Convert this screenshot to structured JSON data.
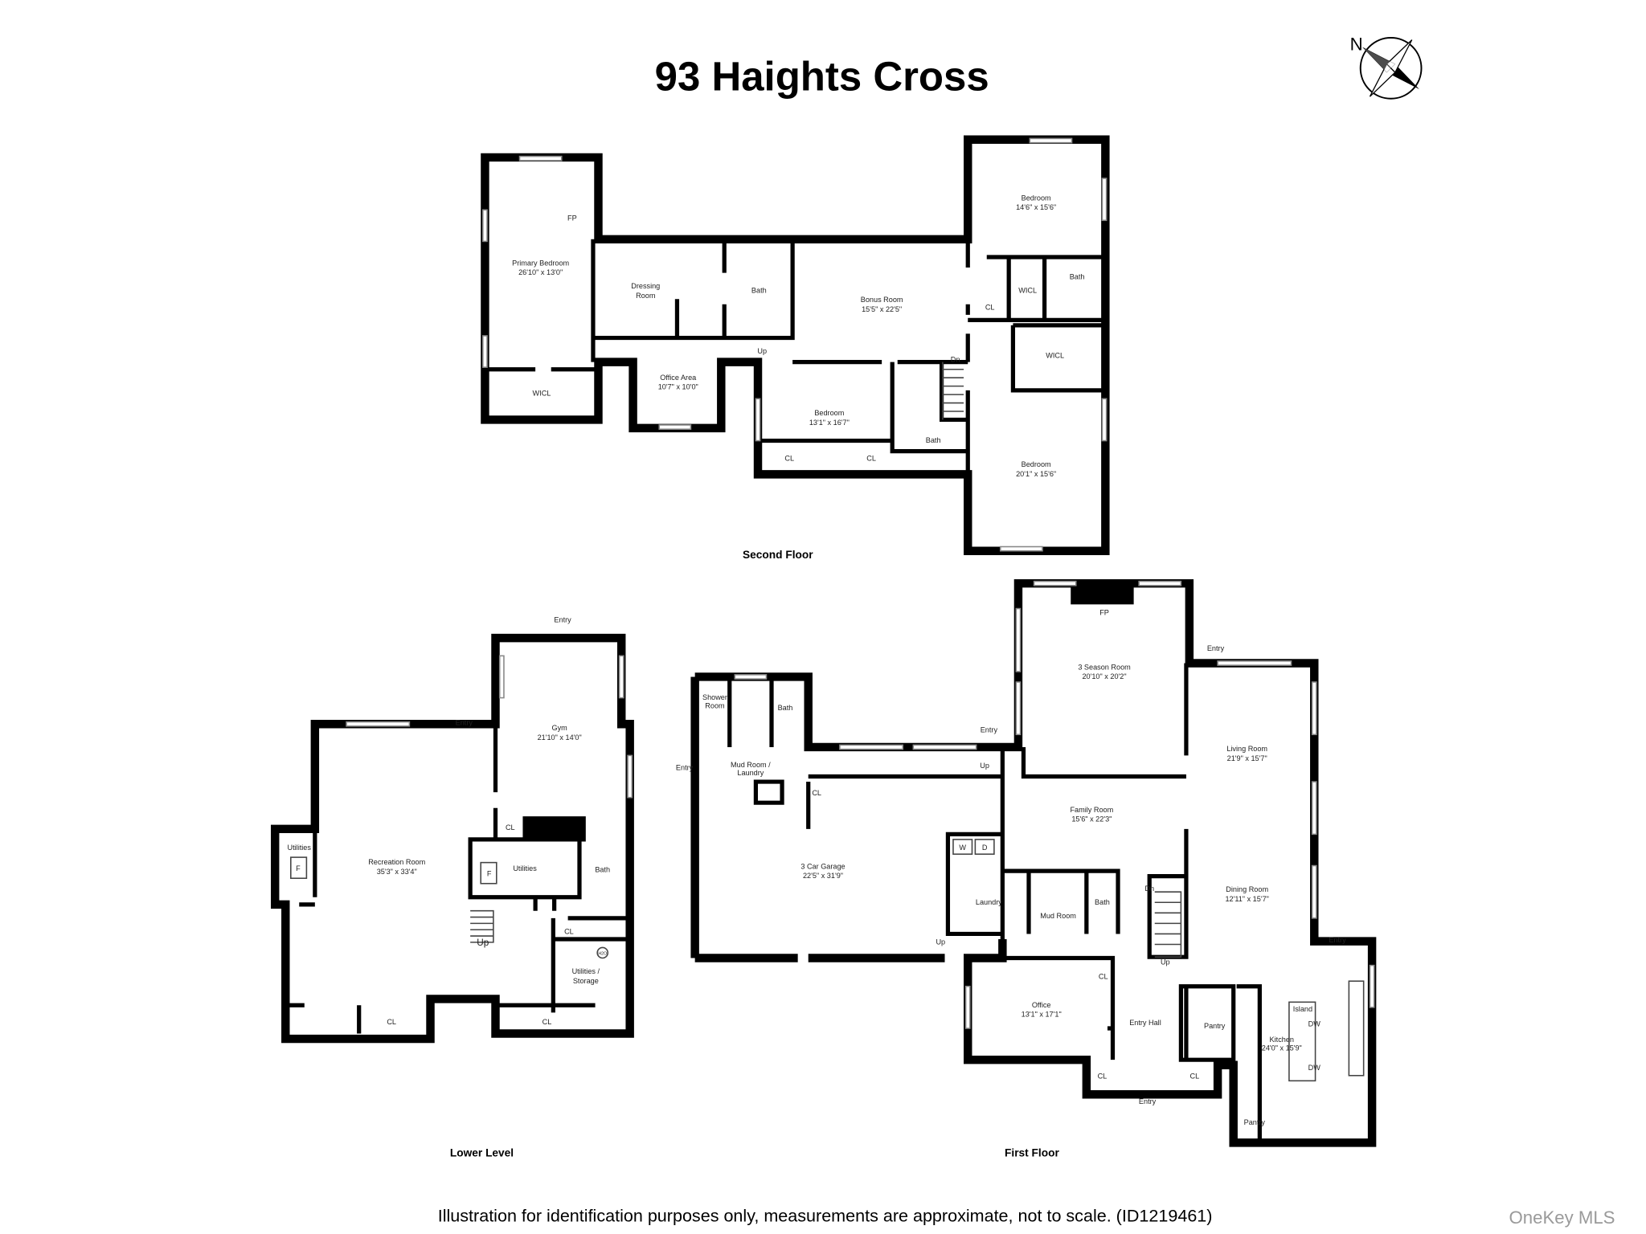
{
  "title": "93 Haights Cross",
  "compass": {
    "label": "N",
    "icon": "compass-rose-icon"
  },
  "second_floor": {
    "name": "Second Floor",
    "rooms": {
      "primary_bedroom": {
        "name": "Primary Bedroom",
        "dims": "26'10\" x 13'0\""
      },
      "fp": "FP",
      "dressing_room_1": "Dressing",
      "dressing_room_2": "Room",
      "bath_main": "Bath",
      "bonus_room": {
        "name": "Bonus Room",
        "dims": "15'5\" x 22'5\""
      },
      "bedroom_ne": {
        "name": "Bedroom",
        "dims": "14'6\" x 15'6\""
      },
      "wicl_ne": "WICL",
      "bath_ne": "Bath",
      "cl_ne": "CL",
      "wicl_e": "WICL",
      "wicl_primary": "WICL",
      "office_area": {
        "name": "Office Area",
        "dims": "10'7\" x 10'0\""
      },
      "bedroom_s": {
        "name": "Bedroom",
        "dims": "13'1\" x 16'7\""
      },
      "cl_s1": "CL",
      "cl_s2": "CL",
      "bath_s": "Bath",
      "bedroom_se": {
        "name": "Bedroom",
        "dims": "20'1\" x 15'6\""
      },
      "up": "Up",
      "dn": "Dn"
    }
  },
  "lower_level": {
    "name": "Lower Level",
    "rooms": {
      "entry_gym": "Entry",
      "entry_rec": "Entry",
      "gym": {
        "name": "Gym",
        "dims": "21'10\" x 14'0\""
      },
      "recreation_room": {
        "name": "Recreation Room",
        "dims": "35'3\" x 33'4\""
      },
      "utilities_w": "Utilities",
      "furnace_w": "F",
      "utilities_c": "Utilities",
      "furnace_c": "F",
      "cl_gym": "CL",
      "bath": "Bath",
      "up": "Up",
      "cl_shower": "CL",
      "utilities_storage_1": "Utilities /",
      "utilities_storage_2": "Storage",
      "water_heater": "H2O",
      "cl_s1": "CL",
      "cl_s2": "CL"
    }
  },
  "first_floor": {
    "name": "First Floor",
    "rooms": {
      "shower_room_1": "Shower",
      "shower_room_2": "Room",
      "bath_nw": "Bath",
      "mud_laundry_1": "Mud Room /",
      "mud_laundry_2": "Laundry",
      "entry_w": "Entry",
      "cl_garage": "CL",
      "garage": {
        "name": "3 Car Garage",
        "dims": "22'5\" x 31'9\""
      },
      "three_season": {
        "name": "3 Season Room",
        "dims": "20'10\" x 20'2\""
      },
      "fp": "FP",
      "entry_ne": "Entry",
      "entry_nw": "Entry",
      "up_n": "Up",
      "living_room": {
        "name": "Living Room",
        "dims": "21'9\" x 15'7\""
      },
      "family_room": {
        "name": "Family Room",
        "dims": "15'6\" x 22'3\""
      },
      "washer": "W",
      "dryer": "D",
      "laundry": "Laundry",
      "mud_room": "Mud Room",
      "bath_c": "Bath",
      "dn": "Dn",
      "dining_room": {
        "name": "Dining Room",
        "dims": "12'11\" x 15'7\""
      },
      "up_garage": "Up",
      "up_stair": "Up",
      "entry_kitchen": "Entry",
      "office": {
        "name": "Office",
        "dims": "13'1\" x 17'1\""
      },
      "cl_office": "CL",
      "entry_hall": "Entry Hall",
      "pantry_1": "Pantry",
      "island": "Island",
      "dw_1": "DW",
      "kitchen": {
        "name": "Kitchen",
        "dims": "24'0\" x 15'9\""
      },
      "dw_2": "DW",
      "cl_hall_w": "CL",
      "cl_hall_e": "CL",
      "entry_front": "Entry",
      "pantry_2": "Pantry"
    }
  },
  "footer": "Illustration for identification purposes only, measurements are approximate, not to scale. (ID1219461)",
  "watermark": "OneKey MLS"
}
